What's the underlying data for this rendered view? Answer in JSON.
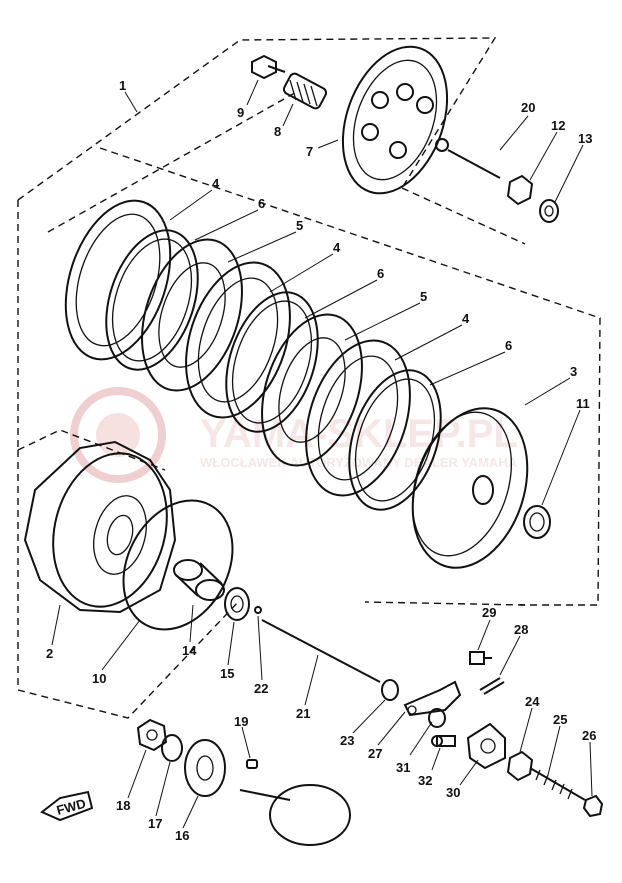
{
  "watermark": {
    "line1": "YAMA-SKLEP.PL",
    "line2": "WŁOCŁAWEK AUTORYZOWANY DEALER YAMAHA",
    "color": "#e3a8a8"
  },
  "part_numbers": [
    "1",
    "2",
    "3",
    "4",
    "5",
    "6",
    "7",
    "8",
    "9",
    "10",
    "11",
    "12",
    "13",
    "14",
    "15",
    "16",
    "17",
    "18",
    "19",
    "20",
    "21",
    "22",
    "23",
    "24",
    "25",
    "26",
    "27",
    "28",
    "29",
    "30",
    "31",
    "32"
  ],
  "labels": [
    {
      "num": "1"
    },
    {
      "num": "9"
    },
    {
      "num": "8"
    },
    {
      "num": "7"
    },
    {
      "num": "20"
    },
    {
      "num": "12"
    },
    {
      "num": "13"
    },
    {
      "num": "4"
    },
    {
      "num": "6"
    },
    {
      "num": "5"
    },
    {
      "num": "4"
    },
    {
      "num": "6"
    },
    {
      "num": "5"
    },
    {
      "num": "4"
    },
    {
      "num": "6"
    },
    {
      "num": "3"
    },
    {
      "num": "11"
    },
    {
      "num": "2"
    },
    {
      "num": "10"
    },
    {
      "num": "14"
    },
    {
      "num": "15"
    },
    {
      "num": "22"
    },
    {
      "num": "21"
    },
    {
      "num": "29"
    },
    {
      "num": "28"
    },
    {
      "num": "23"
    },
    {
      "num": "27"
    },
    {
      "num": "31"
    },
    {
      "num": "32"
    },
    {
      "num": "30"
    },
    {
      "num": "24"
    },
    {
      "num": "25"
    },
    {
      "num": "26"
    },
    {
      "num": "19"
    },
    {
      "num": "18"
    },
    {
      "num": "17"
    },
    {
      "num": "16"
    }
  ],
  "fwd_label": "FWD",
  "colors": {
    "ink": "#111111",
    "background": "#ffffff",
    "watermark": "#e3a8a8"
  }
}
